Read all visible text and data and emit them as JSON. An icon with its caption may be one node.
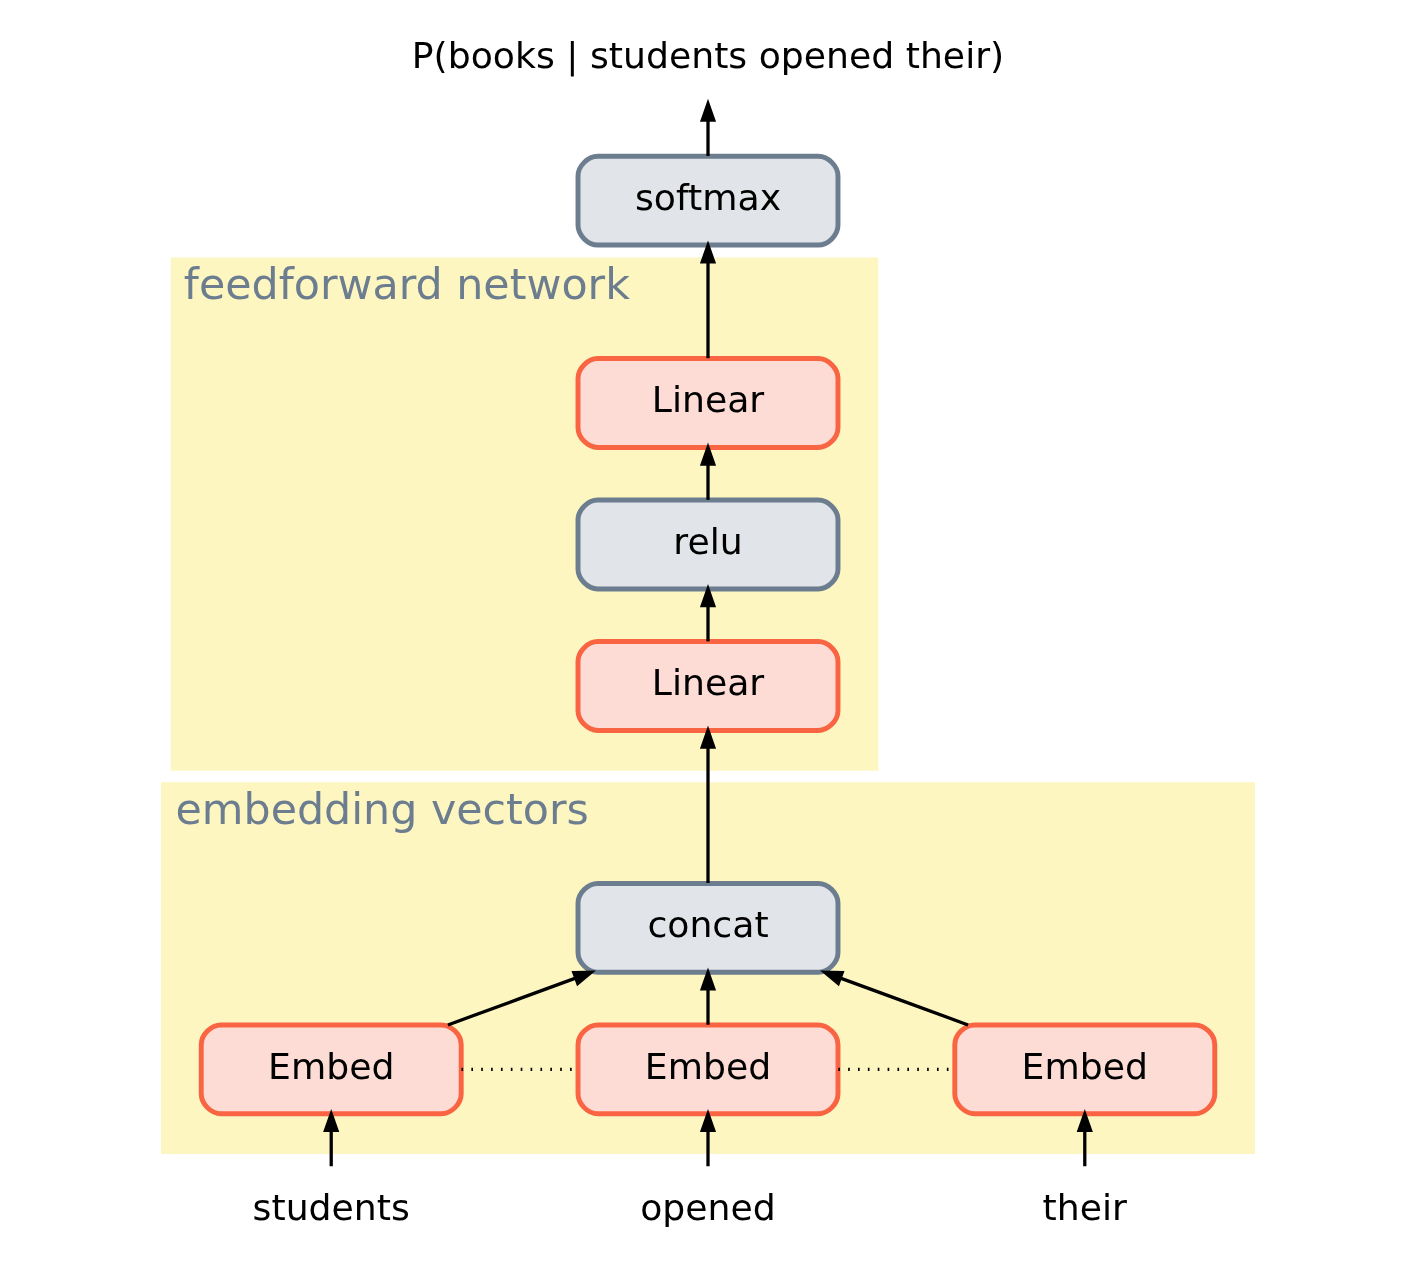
{
  "diagram": {
    "nodes": [
      {
        "text": [
          "P(books | students opened their)"
        ]
      },
      {
        "text": [
          "softmax"
        ]
      },
      {
        "text": [
          "feedforward network"
        ]
      },
      {
        "text": [
          "Linear"
        ],
        "in": 2
      },
      {
        "text": [
          "relu"
        ],
        "in": 2
      },
      {
        "text": [
          "Linear"
        ],
        "in": 2
      },
      {
        "text": [
          "embedding vectors"
        ]
      },
      {
        "text": [
          "concat"
        ],
        "in": 6
      },
      {
        "text": [
          "Embed"
        ],
        "in": 6
      },
      {
        "text": [
          "Embed"
        ],
        "in": 6
      },
      {
        "text": [
          "Embed"
        ],
        "in": 6
      },
      {
        "text": [
          "students"
        ]
      },
      {
        "text": [
          "opened"
        ]
      },
      {
        "text": [
          "their"
        ]
      }
    ],
    "edges": [
      {
        "from": 1,
        "to": 0,
        "arrow": "to"
      },
      {
        "from": 3,
        "to": 1,
        "arrow": "to"
      },
      {
        "from": 4,
        "to": 3,
        "arrow": "to"
      },
      {
        "from": 5,
        "to": 4,
        "arrow": "to"
      },
      {
        "from": 7,
        "to": 5,
        "arrow": "to"
      },
      {
        "from": 8,
        "to": 7,
        "arrow": "to"
      },
      {
        "from": 9,
        "to": 7,
        "arrow": "to"
      },
      {
        "from": 10,
        "to": 7,
        "arrow": "to"
      },
      {
        "from": 8,
        "to": 9,
        "arrow": "none",
        "style": "dashed"
      },
      {
        "from": 9,
        "to": 10,
        "arrow": "none",
        "style": "dashed"
      },
      {
        "from": 11,
        "to": 8,
        "arrow": "to"
      },
      {
        "from": 12,
        "to": 9,
        "arrow": "to"
      },
      {
        "from": 13,
        "to": 10,
        "arrow": "to"
      }
    ]
  }
}
